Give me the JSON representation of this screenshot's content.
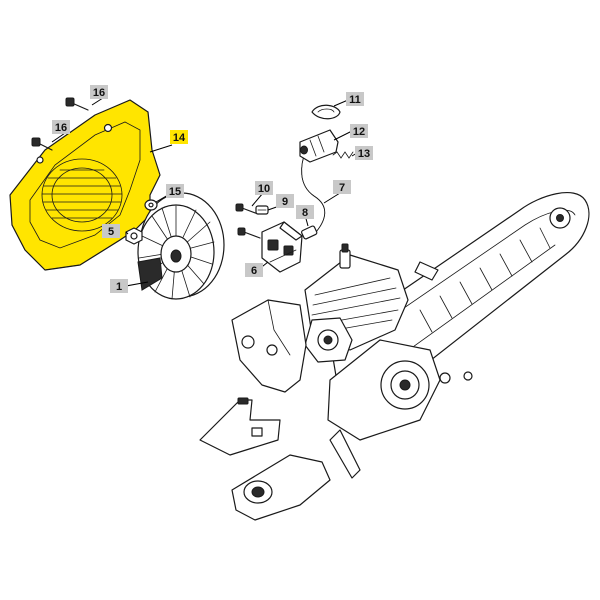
{
  "colors": {
    "highlight": "#ffe500",
    "callout_bg": "#c8c8c8",
    "ink": "#1a1a1a"
  },
  "highlighted_part": "14",
  "callouts": {
    "p1": "1",
    "p5": "5",
    "p6": "6",
    "p7": "7",
    "p8": "8",
    "p9": "9",
    "p10": "10",
    "p11": "11",
    "p12": "12",
    "p13": "13",
    "p14": "14",
    "p15": "15",
    "p16a": "16",
    "p16b": "16"
  }
}
